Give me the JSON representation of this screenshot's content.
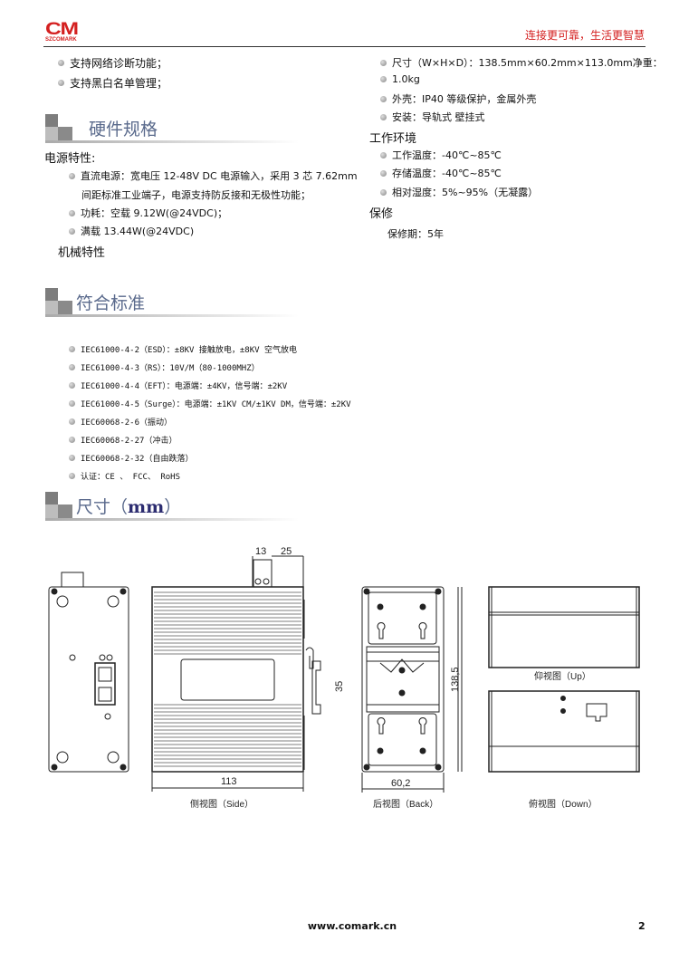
{
  "header": {
    "logo_main": "CM",
    "logo_sub": "SZCOMARK",
    "slogan": "连接更可靠，生活更智慧"
  },
  "features": [
    "支持网络诊断功能；",
    "支持黑白名单管理；"
  ],
  "hardware": {
    "title": "硬件规格",
    "power_label": "电源特性:",
    "power_items": [
      {
        "line1": "直流电源：宽电压 12-48V DC 电源输入，采用 3 芯 7.62mm",
        "line2": "间距标准工业端子，电源支持防反接和无极性功能；"
      },
      {
        "line1": "功耗：空载 9.12W(@24VDC)；"
      },
      {
        "line1": "满载 13.44W(@24VDC)"
      }
    ],
    "mech_label": "机械特性",
    "mech_items": [
      "尺寸（W×H×D）：138.5mm×60.2mm×113.0mm净重：",
      "1.0kg",
      "外壳：IP40 等级保护，金属外壳",
      "安装：导轨式 壁挂式"
    ],
    "env_label": "工作环境",
    "env_items": [
      "工作温度：-40℃~85℃",
      "存储温度：-40℃~85℃",
      "相对湿度：5%~95%（无凝露）"
    ],
    "warranty_label": "保修",
    "warranty_text": "保修期：5年"
  },
  "standards": {
    "title": "符合标准",
    "items": [
      "IEC61000-4-2（ESD）：±8KV 接触放电，±8KV 空气放电",
      "IEC61000-4-3（RS）：10V/M（80-1000MHZ）",
      "IEC61000-4-4（EFT）：电源端：±4KV，信号端：±2KV",
      "IEC61000-4-5（Surge）：电源端：±1KV CM/±1KV DM，信号端：±2KV",
      "IEC60068-2-6（振动）",
      "IEC60068-2-27（冲击）",
      "IEC60068-2-32（自由跌落）",
      "认证：CE 、 FCC、 RoHS"
    ]
  },
  "dimensions": {
    "title_cn": "尺寸（",
    "title_unit": "mm",
    "title_end": "）",
    "dim_13": "13",
    "dim_25": "25",
    "dim_35": "35",
    "dim_113": "113",
    "dim_60": "60,2",
    "dim_138": "138,5",
    "cap_side": "侧视图（Side）",
    "cap_back": "后视图（Back）",
    "cap_up": "仰视图（Up）",
    "cap_down": "俯视图（Down）"
  },
  "footer": {
    "url": "www.comark.cn",
    "page": "2"
  }
}
